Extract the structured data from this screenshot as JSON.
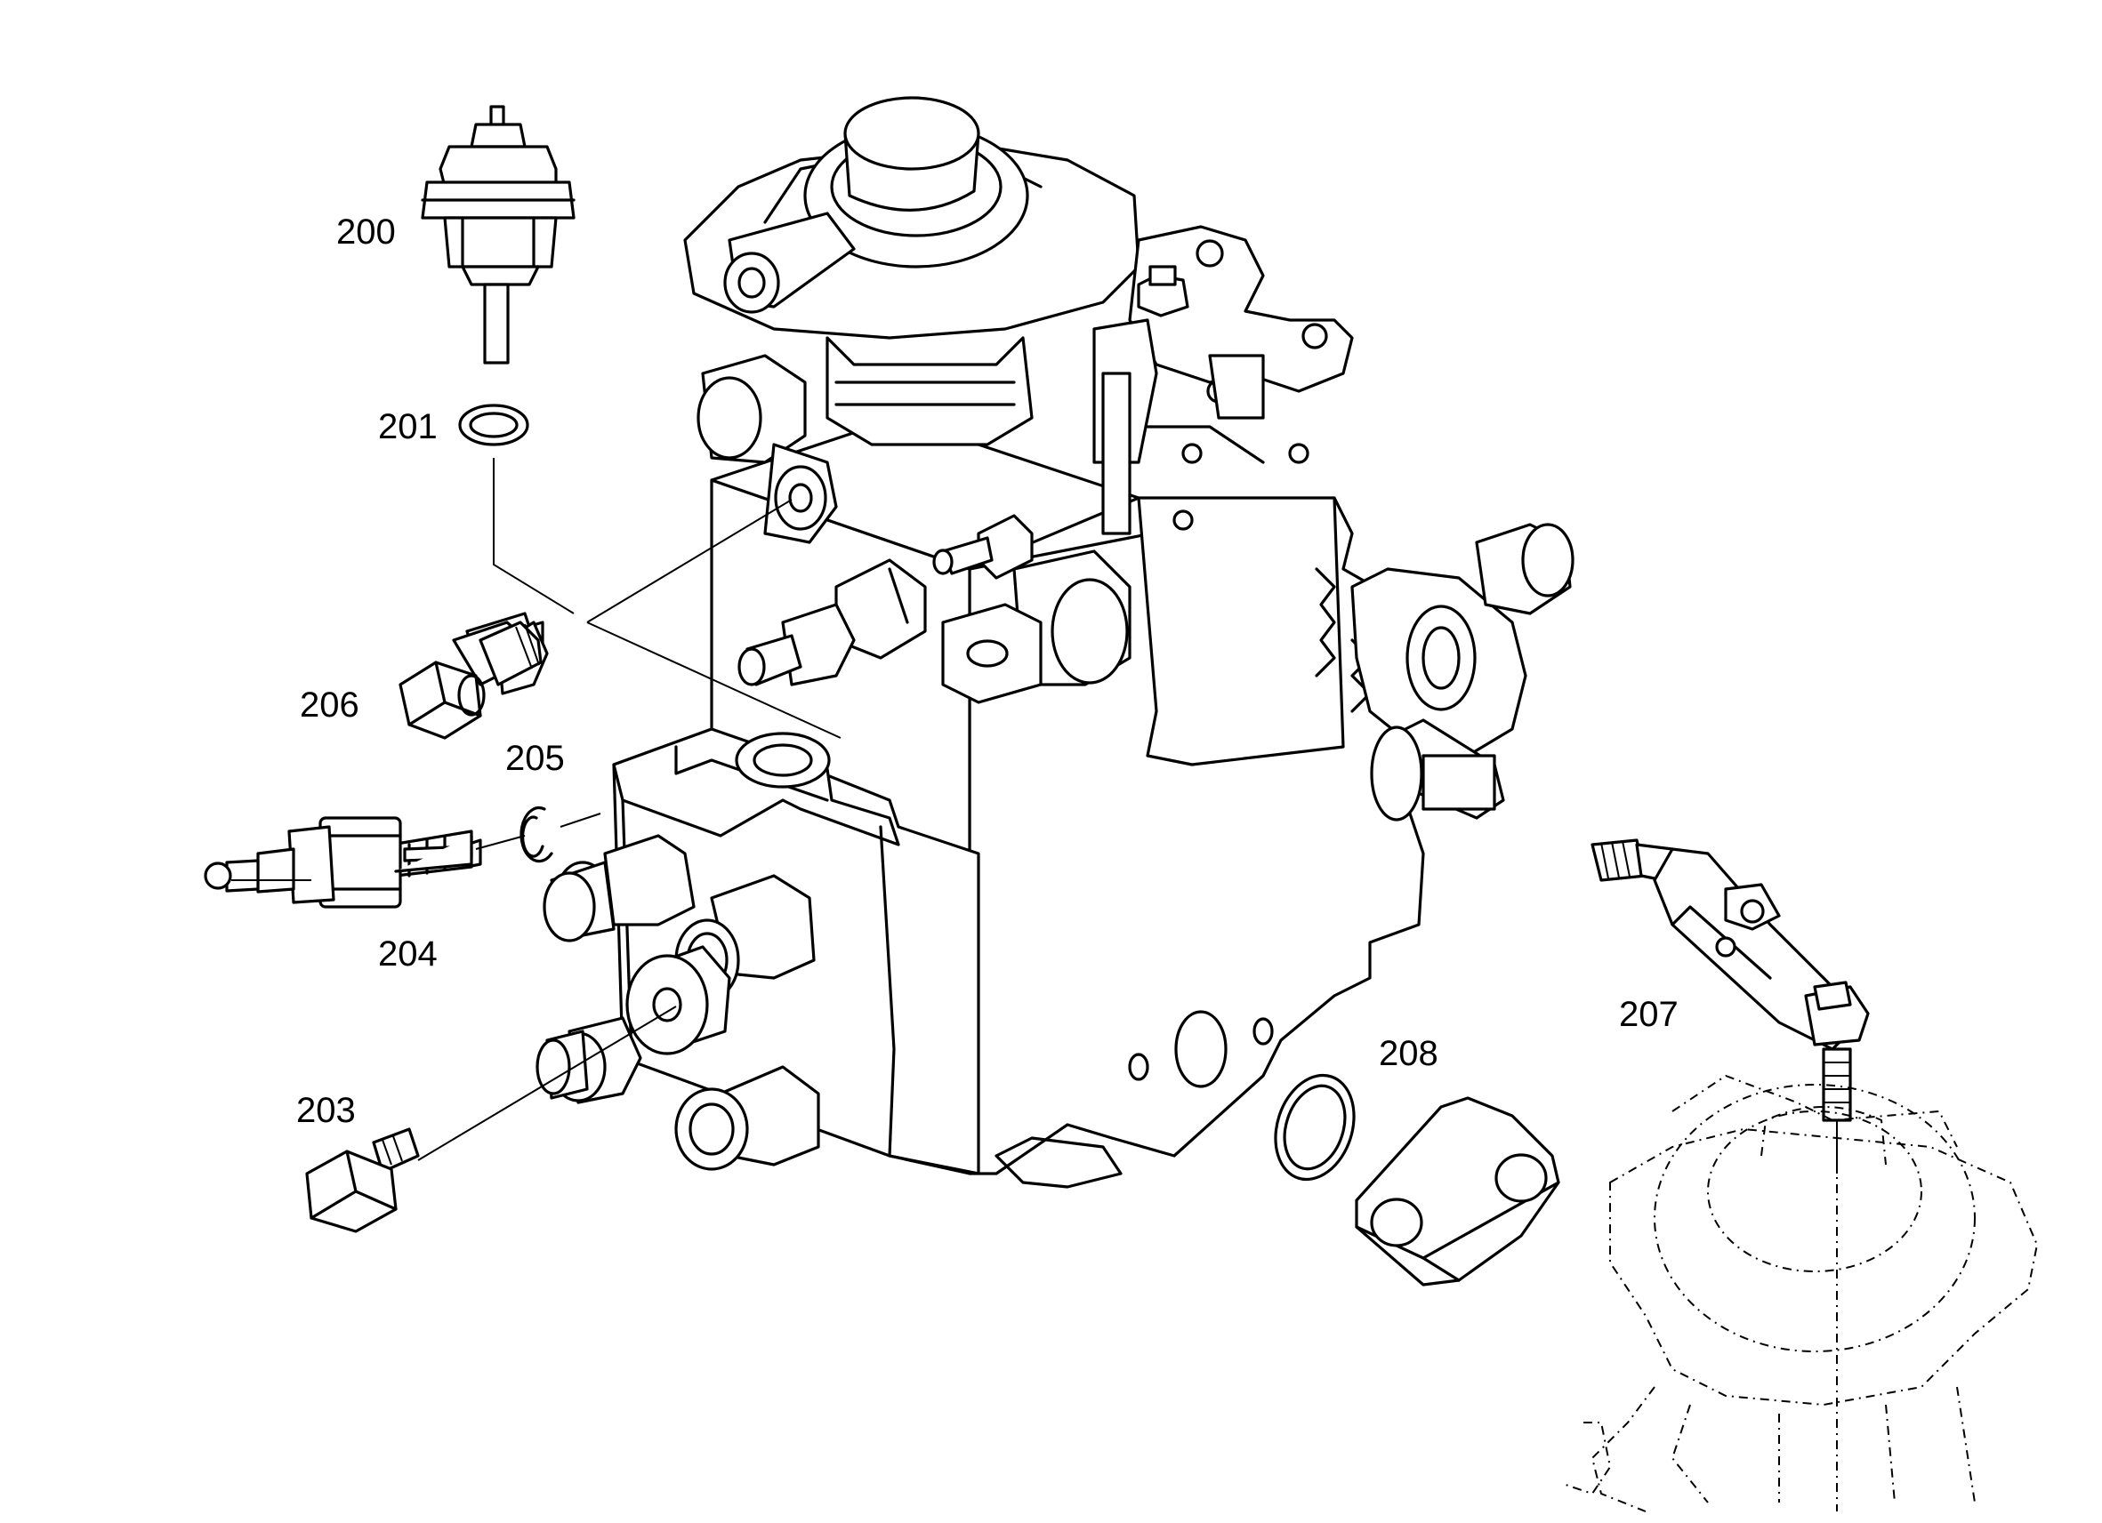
{
  "callouts": [
    {
      "id": "200",
      "text": "200"
    },
    {
      "id": "201",
      "text": "201"
    },
    {
      "id": "203",
      "text": "203"
    },
    {
      "id": "204",
      "text": "204"
    },
    {
      "id": "205",
      "text": "205"
    },
    {
      "id": "206",
      "text": "206"
    },
    {
      "id": "207",
      "text": "207"
    },
    {
      "id": "208",
      "text": "208"
    }
  ]
}
